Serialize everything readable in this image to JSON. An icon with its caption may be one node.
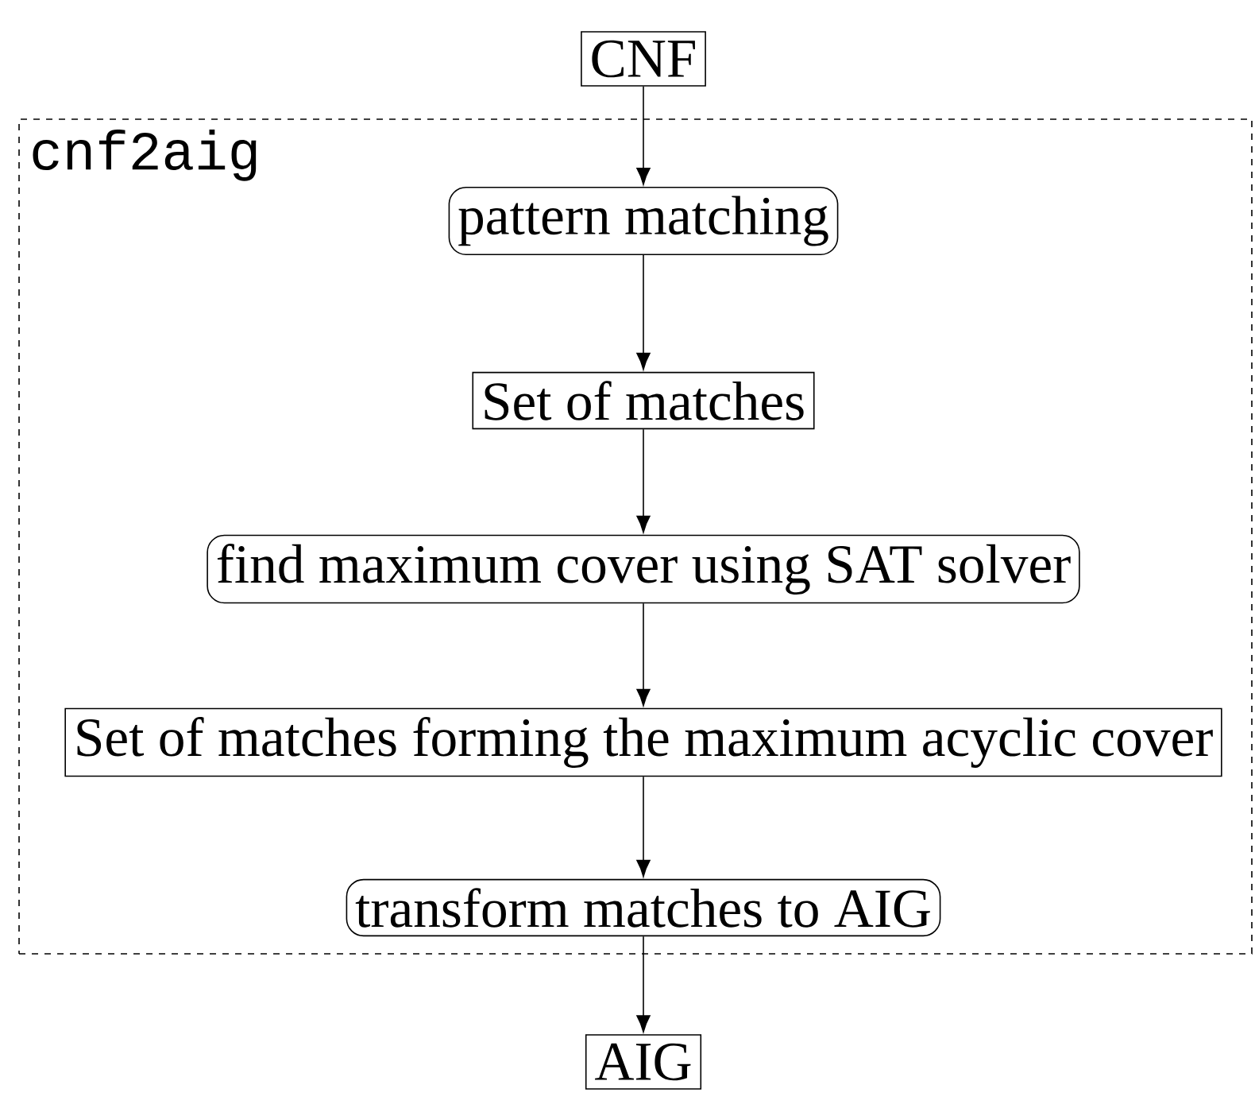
{
  "diagram": {
    "nodes": [
      {
        "text": [
          "CNF"
        ]
      },
      {
        "text": [
          "cnf2aig"
        ]
      },
      {
        "text": [
          "pattern matching"
        ],
        "in": 1
      },
      {
        "text": [
          "Set of matches"
        ],
        "in": 1
      },
      {
        "text": [
          "find maximum cover using SAT solver"
        ],
        "in": 1
      },
      {
        "text": [
          "Set of matches forming the maximum acyclic cover"
        ],
        "in": 1
      },
      {
        "text": [
          "transform matches to AIG"
        ],
        "in": 1
      },
      {
        "text": [
          "AIG"
        ]
      }
    ],
    "edges": [
      {
        "from": 0,
        "to": 2,
        "arrow": "to"
      },
      {
        "from": 2,
        "to": 3,
        "arrow": "to"
      },
      {
        "from": 3,
        "to": 4,
        "arrow": "to"
      },
      {
        "from": 4,
        "to": 5,
        "arrow": "to"
      },
      {
        "from": 5,
        "to": 6,
        "arrow": "to"
      },
      {
        "from": 6,
        "to": 7,
        "arrow": "to"
      }
    ]
  }
}
